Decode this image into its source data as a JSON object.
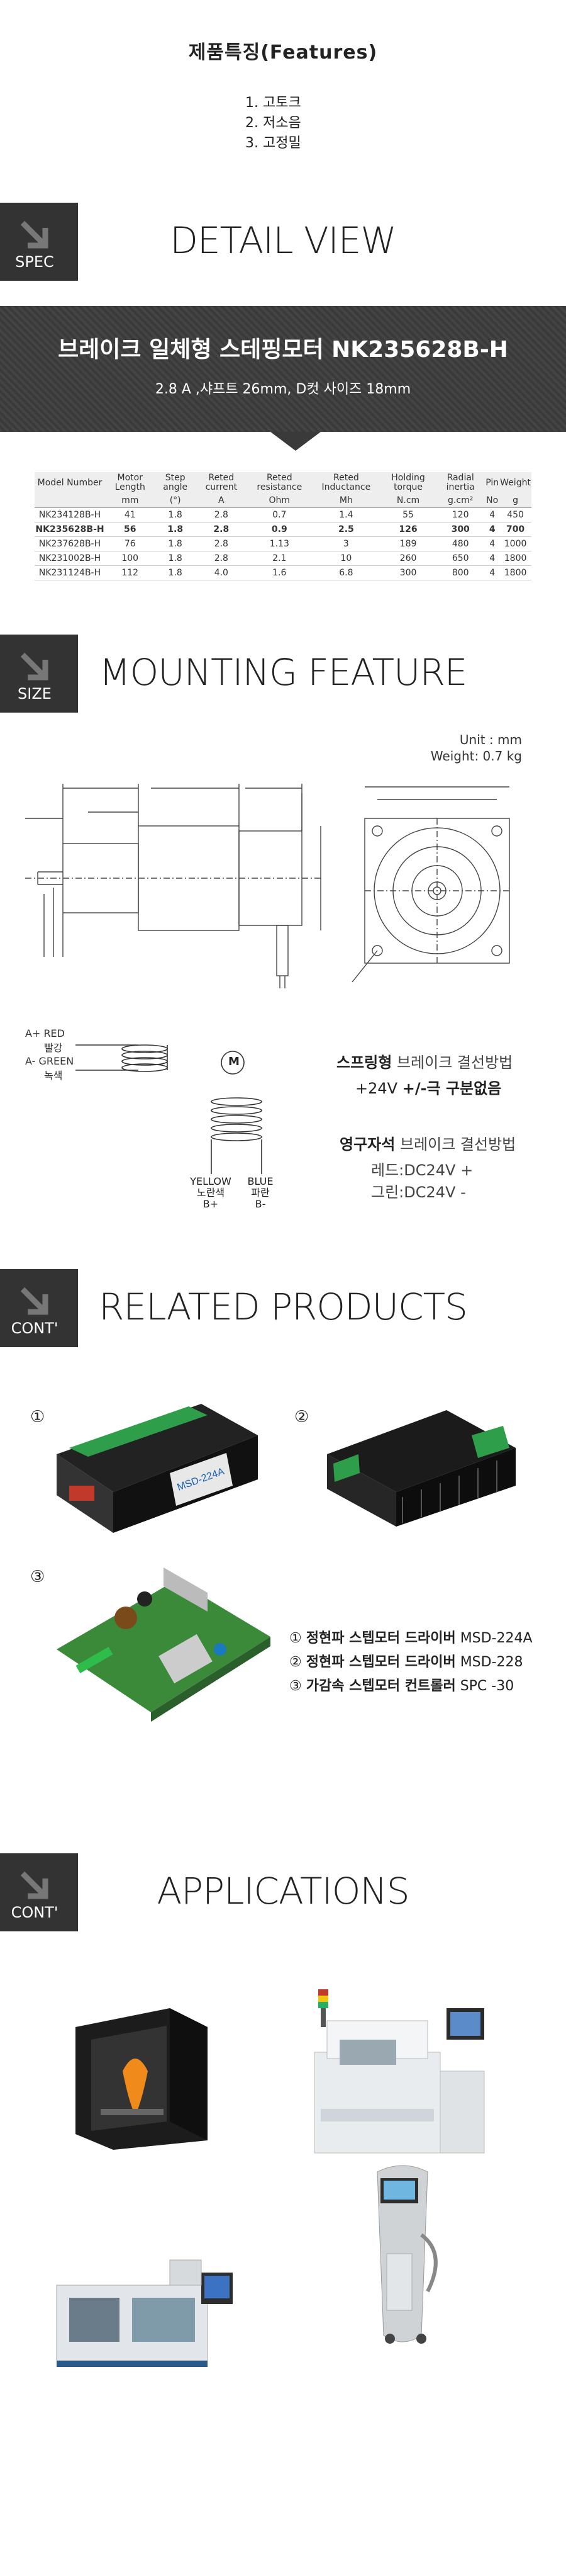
{
  "features": {
    "title": "제품특징(Features)",
    "items": [
      "1. 고토크",
      "2. 저소음",
      "3. 고정밀"
    ]
  },
  "sections": {
    "spec": {
      "badge": "SPEC",
      "title": "DETAIL VIEW"
    },
    "size": {
      "badge": "SIZE",
      "title": "MOUNTING FEATURE"
    },
    "related": {
      "badge": "CONT'",
      "title": "RELATED PRODUCTS"
    },
    "apps": {
      "badge": "CONT'",
      "title": "APPLICATIONS"
    }
  },
  "banner": {
    "title": "브레이크 일체형 스테핑모터 NK235628B-H",
    "subtitle": "2.8 A ,샤프트 26mm, D컷 사이즈 18mm"
  },
  "spec_table": {
    "headers": [
      "Model Number",
      "Motor Length",
      "Step angle",
      "Reted current",
      "Reted resistance",
      "Reted Inductance",
      "Holding torque",
      "Radial inertia",
      "Pin",
      "Weight"
    ],
    "units": [
      "",
      "mm",
      "(°)",
      "A",
      "Ohm",
      "Mh",
      "N.cm",
      "g.cm²",
      "No",
      "g"
    ],
    "rows": [
      [
        "NK234128B-H",
        "41",
        "1.8",
        "2.8",
        "0.7",
        "1.4",
        "55",
        "120",
        "4",
        "450"
      ],
      [
        "NK235628B-H",
        "56",
        "1.8",
        "2.8",
        "0.9",
        "2.5",
        "126",
        "300",
        "4",
        "700"
      ],
      [
        "NK237628B-H",
        "76",
        "1.8",
        "2.8",
        "1.13",
        "3",
        "189",
        "480",
        "4",
        "1000"
      ],
      [
        "NK231002B-H",
        "100",
        "1.8",
        "2.8",
        "2.1",
        "10",
        "260",
        "650",
        "4",
        "1800"
      ],
      [
        "NK231124B-H",
        "112",
        "1.8",
        "4.0",
        "1.6",
        "6.8",
        "300",
        "800",
        "4",
        "1800"
      ]
    ],
    "highlight_row": 1
  },
  "mounting": {
    "unit": "Unit : mm",
    "weight": "Weight: 0.7 kg",
    "wires": {
      "a_plus": "A+ RED",
      "a_plus_kr": "빨강",
      "a_minus": "A- GREEN",
      "a_minus_kr": "녹색",
      "yellow": "YELLOW",
      "yellow_kr": "노란색",
      "b_plus": "B+",
      "blue": "BLUE",
      "blue_kr": "파란",
      "b_minus": "B-",
      "motor": "M"
    },
    "spring": {
      "bold": "스프링형",
      "rest": " 브레이크 결선방법",
      "line2a": "+24V ",
      "line2b": "+/-극 구분없음"
    },
    "permanent": {
      "bold": "영구자석",
      "rest": " 브레이크 결선방법",
      "line2": "레드:DC24V +",
      "line3": "그린:DC24V -"
    }
  },
  "related": {
    "marks": [
      "①",
      "②",
      "③"
    ],
    "board_label": "MSD-224A",
    "captions": [
      {
        "mark": "①",
        "name": "정현파 스텝모터 드라이버",
        "model": "MSD-224A"
      },
      {
        "mark": "②",
        "name": "정현파 스텝모터 드라이버",
        "model": "MSD-228"
      },
      {
        "mark": "③",
        "name": "가감속 스텝모터 컨트롤러",
        "model": "SPC  -30"
      }
    ]
  }
}
